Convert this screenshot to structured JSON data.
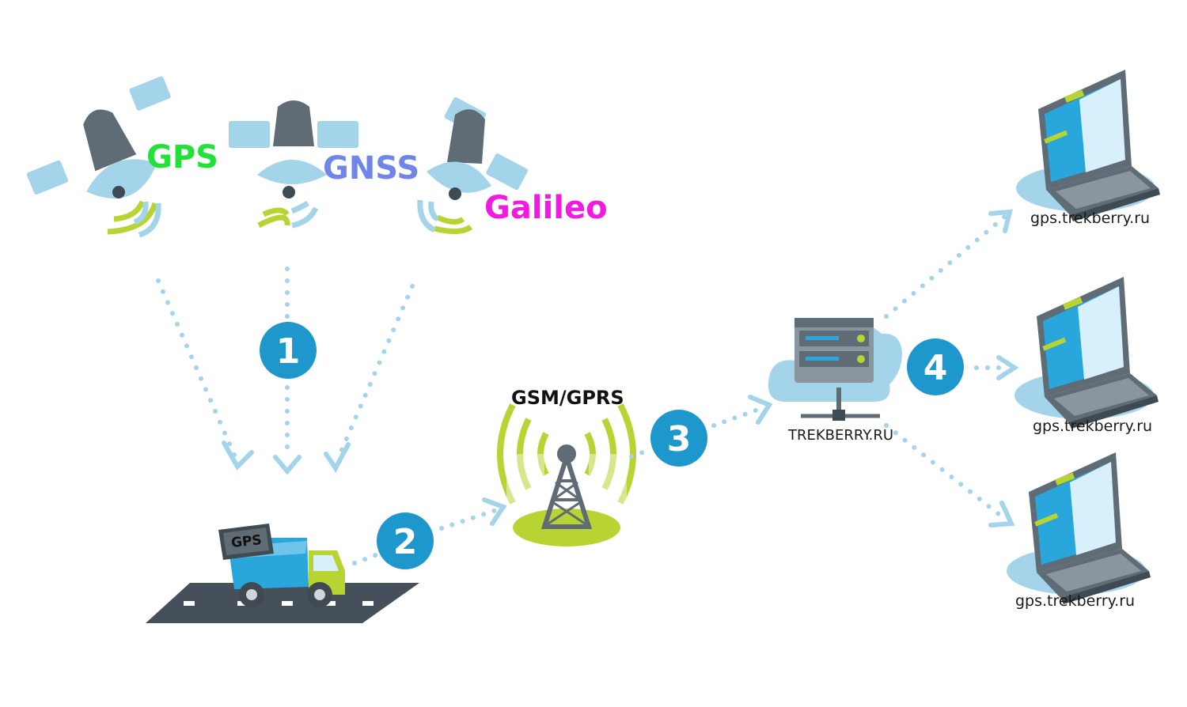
{
  "satellites": [
    {
      "label": "GPS",
      "color": "#22e23a"
    },
    {
      "label": "GNSS",
      "color": "#6f86e8"
    },
    {
      "label": "Galileo",
      "color": "#f21ae0"
    }
  ],
  "steps": [
    "1",
    "2",
    "3",
    "4"
  ],
  "truck_badge": "GPS",
  "tower_label": "GSM/GPRS",
  "server_label": "TREKBERRY.RU",
  "clients": [
    {
      "label": "gps.trekberry.ru"
    },
    {
      "label": "gps.trekberry.ru"
    },
    {
      "label": "gps.trekberry.ru"
    }
  ],
  "colors": {
    "accent_blue": "#1e97cc",
    "light_blue": "#a3d4ea",
    "lime": "#b8d432",
    "dark_gray": "#5f6b75",
    "road": "#45505a"
  }
}
